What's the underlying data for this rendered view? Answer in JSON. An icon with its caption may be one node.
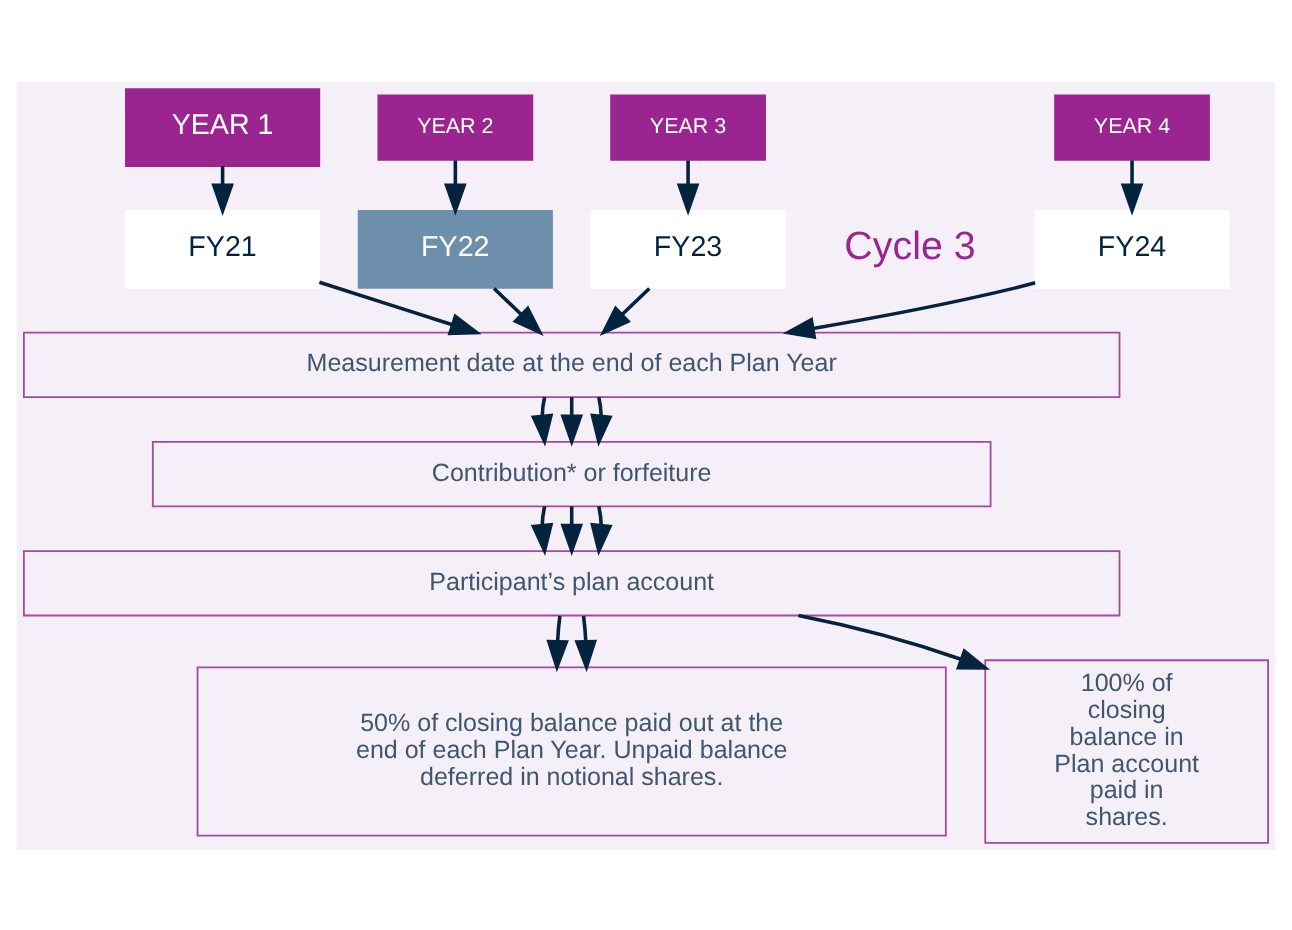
{
  "diagram": {
    "nodes": [
      {
        "text": [
          "YEAR 1"
        ]
      },
      {
        "text": [
          "YEAR 2"
        ]
      },
      {
        "text": [
          "YEAR 3"
        ]
      },
      {
        "text": [
          "YEAR 4"
        ]
      },
      {
        "text": [
          "FY21"
        ]
      },
      {
        "text": [
          "FY22"
        ]
      },
      {
        "text": [
          "FY23"
        ]
      },
      {
        "text": [
          "FY24"
        ]
      },
      {
        "text": [
          "Measurement date at the end of each Plan Year"
        ]
      },
      {
        "text": [
          "Contribution* or forfeiture"
        ]
      },
      {
        "text": [
          "Participant’s plan account"
        ]
      },
      {
        "text": [
          "50% of closing balance paid out at the end of each Plan Year. Unpaid balance deferred in notional shares."
        ]
      },
      {
        "text": [
          "100% of closing balance in Plan account paid in shares."
        ]
      }
    ],
    "edges": [
      {
        "from": 0,
        "to": 4,
        "arrow": "to"
      },
      {
        "from": 1,
        "to": 5,
        "arrow": "to"
      },
      {
        "from": 2,
        "to": 6,
        "arrow": "to"
      },
      {
        "from": 3,
        "to": 7,
        "arrow": "to"
      },
      {
        "from": 4,
        "to": 8,
        "arrow": "to"
      },
      {
        "from": 5,
        "to": 8,
        "arrow": "to"
      },
      {
        "from": 6,
        "to": 8,
        "arrow": "to"
      },
      {
        "from": 7,
        "to": 8,
        "arrow": "to"
      },
      {
        "from": 8,
        "to": 9,
        "arrow": "to"
      },
      {
        "from": 8,
        "to": 9,
        "arrow": "to"
      },
      {
        "from": 8,
        "to": 9,
        "arrow": "to"
      },
      {
        "from": 9,
        "to": 10,
        "arrow": "to"
      },
      {
        "from": 9,
        "to": 10,
        "arrow": "to"
      },
      {
        "from": 9,
        "to": 10,
        "arrow": "to"
      },
      {
        "from": 10,
        "to": 11,
        "arrow": "to"
      },
      {
        "from": 10,
        "to": 11,
        "arrow": "to"
      },
      {
        "from": 10,
        "to": 12,
        "arrow": "to"
      }
    ],
    "labels": [
      "Cycle 3"
    ]
  }
}
